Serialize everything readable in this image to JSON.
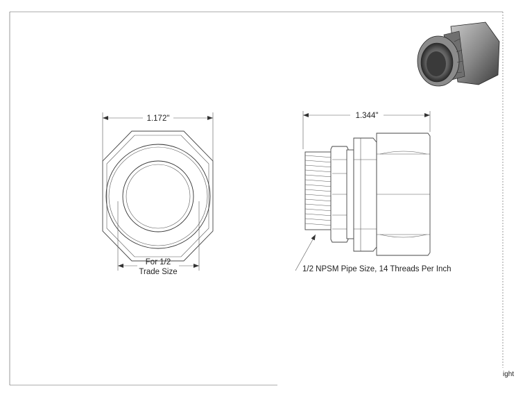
{
  "front_view": {
    "width_dimension": "1.172\"",
    "trade_size_label_line1": "For 1/2",
    "trade_size_label_line2": "Trade Size"
  },
  "side_view": {
    "length_dimension": "1.344\"",
    "thread_note": "1/2 NPSM Pipe Size, 14 Threads Per Inch"
  },
  "corner_text": "ight"
}
